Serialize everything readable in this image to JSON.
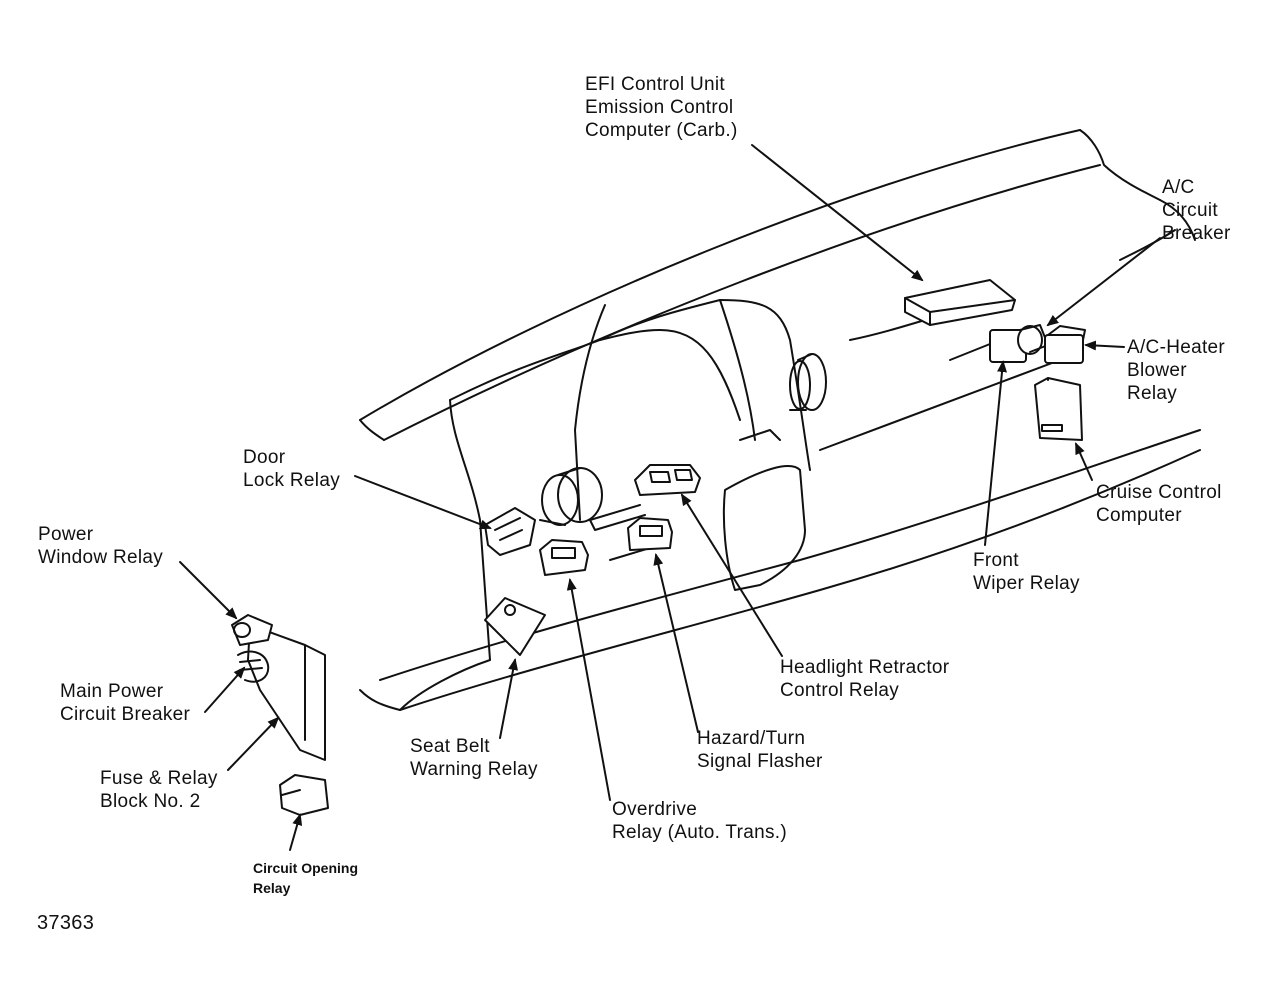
{
  "figure_number": "37363",
  "colors": {
    "ink": "#111111",
    "background": "#ffffff"
  },
  "labels": {
    "efi": [
      "EFI Control Unit",
      "Emission Control",
      "Computer (Carb.)"
    ],
    "ac_breaker": [
      "A/C",
      "Circuit",
      "Breaker"
    ],
    "ac_heater": [
      "A/C-Heater",
      "Blower",
      "Relay"
    ],
    "cruise": [
      "Cruise Control",
      "Computer"
    ],
    "front_wiper": [
      "Front",
      "Wiper Relay"
    ],
    "door_lock": [
      "Door",
      "Lock Relay"
    ],
    "power_window": [
      "Power",
      "Window Relay"
    ],
    "main_power": [
      "Main Power",
      "Circuit Breaker"
    ],
    "fuse_relay": [
      "Fuse & Relay",
      "Block No. 2"
    ],
    "circuit_opening": [
      "Circuit Opening",
      "Relay"
    ],
    "seat_belt": [
      "Seat Belt",
      "Warning Relay"
    ],
    "overdrive": [
      "Overdrive",
      "Relay (Auto. Trans.)"
    ],
    "hazard": [
      "Hazard/Turn",
      "Signal Flasher"
    ],
    "headlight": [
      "Headlight Retractor",
      "Control Relay"
    ]
  }
}
